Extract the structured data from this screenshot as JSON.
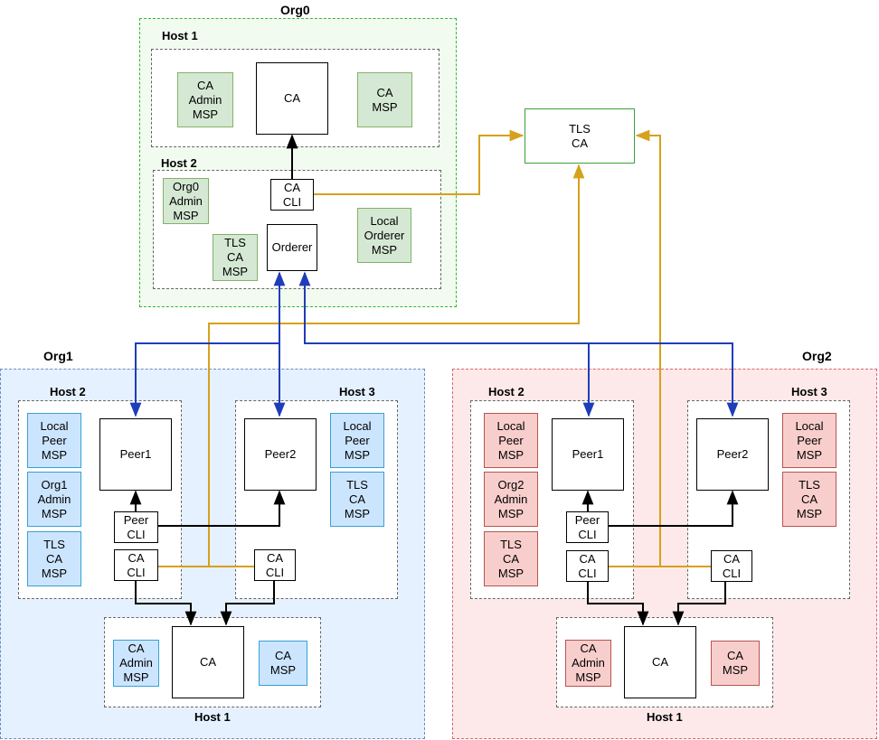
{
  "org0": {
    "title": "Org0",
    "host1": {
      "label": "Host 1",
      "ca_admin_msp": "CA\nAdmin\nMSP",
      "ca": "CA",
      "ca_msp": "CA\nMSP"
    },
    "host2": {
      "label": "Host 2",
      "org0_admin_msp": "Org0\nAdmin\nMSP",
      "ca_cli": "CA\nCLI",
      "tls_ca_msp": "TLS\nCA\nMSP",
      "orderer": "Orderer",
      "local_orderer_msp": "Local\nOrderer\nMSP"
    }
  },
  "tls_ca": "TLS\nCA",
  "org1": {
    "title": "Org1",
    "host2": {
      "label": "Host 2",
      "local_peer_msp": "Local\nPeer\nMSP",
      "org_admin_msp": "Org1\nAdmin\nMSP",
      "tls_ca_msp": "TLS\nCA\nMSP",
      "peer1": "Peer1",
      "peer_cli": "Peer\nCLI",
      "ca_cli": "CA\nCLI"
    },
    "host3": {
      "label": "Host 3",
      "peer2": "Peer2",
      "local_peer_msp": "Local\nPeer\nMSP",
      "tls_ca_msp": "TLS\nCA\nMSP",
      "ca_cli": "CA\nCLI"
    },
    "host1": {
      "label": "Host 1",
      "ca_admin_msp": "CA\nAdmin\nMSP",
      "ca": "CA",
      "ca_msp": "CA\nMSP"
    }
  },
  "org2": {
    "title": "Org2",
    "host2": {
      "label": "Host 2",
      "local_peer_msp": "Local\nPeer\nMSP",
      "org_admin_msp": "Org2\nAdmin\nMSP",
      "tls_ca_msp": "TLS\nCA\nMSP",
      "peer1": "Peer1",
      "peer_cli": "Peer\nCLI",
      "ca_cli": "CA\nCLI"
    },
    "host3": {
      "label": "Host 3",
      "peer2": "Peer2",
      "local_peer_msp": "Local\nPeer\nMSP",
      "tls_ca_msp": "TLS\nCA\nMSP",
      "ca_cli": "CA\nCLI"
    },
    "host1": {
      "label": "Host 1",
      "ca_admin_msp": "CA\nAdmin\nMSP",
      "ca": "CA",
      "ca_msp": "CA\nMSP"
    }
  },
  "colors": {
    "tls_link": "#d6a11b",
    "orderer_link": "#1f3db8",
    "ca_link": "#000000"
  }
}
